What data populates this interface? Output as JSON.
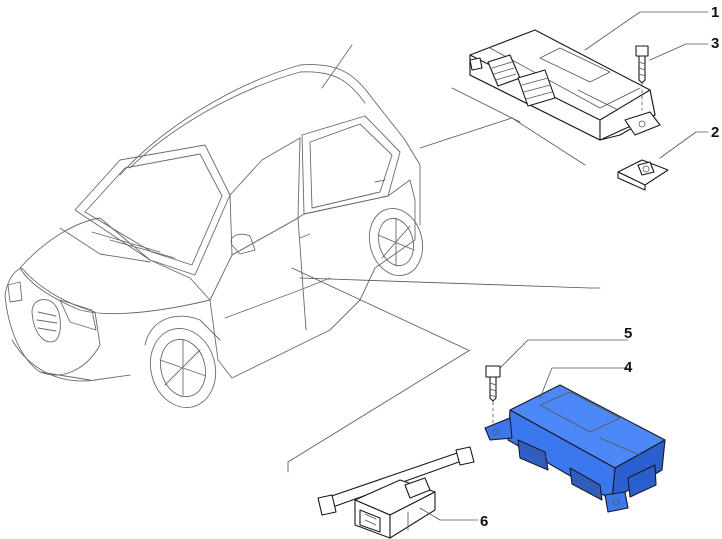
{
  "diagram": {
    "callouts": [
      {
        "id": "1",
        "label": "1"
      },
      {
        "id": "2",
        "label": "2"
      },
      {
        "id": "3",
        "label": "3"
      },
      {
        "id": "4",
        "label": "4"
      },
      {
        "id": "5",
        "label": "5"
      },
      {
        "id": "6",
        "label": "6"
      }
    ],
    "colors": {
      "highlight_part": "#3b78f0",
      "line": "#1a1a1a",
      "car_outline": "#6a6a6a"
    },
    "parts": [
      {
        "id": "1",
        "icon": "control-unit-icon"
      },
      {
        "id": "2",
        "icon": "clip-nut-icon"
      },
      {
        "id": "3",
        "icon": "bolt-icon"
      },
      {
        "id": "4",
        "icon": "control-unit-highlighted-icon"
      },
      {
        "id": "5",
        "icon": "bolt-icon"
      },
      {
        "id": "6",
        "icon": "sensor-bracket-icon"
      }
    ]
  }
}
